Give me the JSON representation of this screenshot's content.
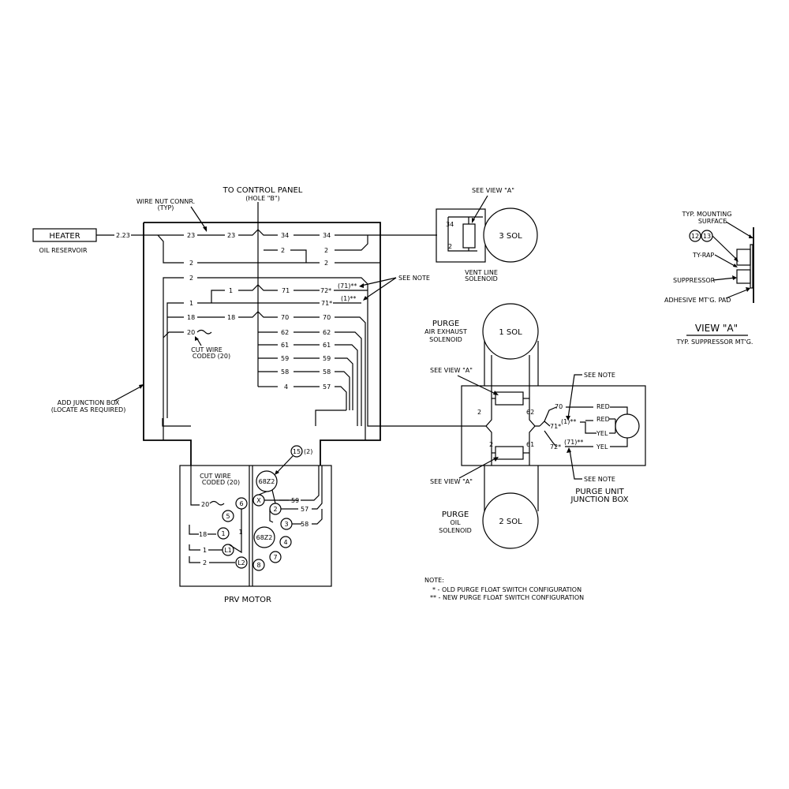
{
  "heater": {
    "label": "HEATER",
    "sub": "OIL RESERVOIR",
    "wire": "2.23"
  },
  "top": {
    "to_control": "TO CONTROL PANEL",
    "hole": "(HOLE \"B\")",
    "wire_nut": "WIRE NUT CONNR.",
    "typ": "(TYP)"
  },
  "jbox": {
    "left_wires": [
      "23",
      "2",
      "2",
      "1",
      "18",
      "20"
    ],
    "mid_left": [
      "23",
      "1",
      "18"
    ],
    "mid_right": [
      "34",
      "2",
      "71",
      "70",
      "62",
      "61",
      "59",
      "58",
      "4"
    ],
    "right": [
      "34",
      "2",
      "2",
      "72*",
      "71*",
      "70",
      "62",
      "61",
      "59",
      "58",
      "57"
    ],
    "cut_wire": "CUT WIRE",
    "coded": "CODED (20)",
    "add_label": "ADD JUNCTION BOX",
    "add_sub": "(LOCATE AS REQUIRED)",
    "note71": "(71)**",
    "note1": "(1)**",
    "see_note": "SEE NOTE"
  },
  "vent": {
    "sol": "3 SOL",
    "w34": "34",
    "w2": "2",
    "see_view": "SEE VIEW \"A\"",
    "label1": "VENT LINE",
    "label2": "SOLENOID"
  },
  "purge_air": {
    "sol": "1 SOL",
    "l1": "PURGE",
    "l2": "AIR EXHAUST",
    "l3": "SOLENOID"
  },
  "purge_oil": {
    "sol": "2 SOL",
    "l1": "PURGE",
    "l2": "OIL",
    "l3": "SOLENOID"
  },
  "pujb": {
    "see_view_top": "SEE VIEW \"A\"",
    "see_view_bot": "SEE VIEW \"A\"",
    "see_note_top": "SEE NOTE",
    "see_note_bot": "SEE NOTE",
    "w2a": "2",
    "w62": "62",
    "w2b": "2",
    "w61": "61",
    "w70": "70",
    "w1": "(1)**",
    "w71": "71*",
    "w72": "72*",
    "w71b": "(71)**",
    "red1": "RED",
    "red2": "RED",
    "yel1": "YEL",
    "yel2": "YEL",
    "label1": "PURGE UNIT",
    "label2": "JUNCTION BOX"
  },
  "prv": {
    "title": "PRV MOTOR",
    "cut_wire": "CUT WIRE",
    "coded": "CODED (20)",
    "left_wires": [
      "20",
      "18",
      "1",
      "2"
    ],
    "right_wires": [
      "59",
      "57",
      "58"
    ],
    "terminals": [
      "6",
      "5",
      "1",
      "L1",
      "L2",
      "8",
      "7",
      "4",
      "3",
      "2",
      "X"
    ],
    "center": "1",
    "relay_top": "68Z2",
    "relay_mid": "68Z2",
    "badge": "15",
    "badge_sub": "(2)"
  },
  "view_a": {
    "mounting": "TYP. MOUNTING",
    "surface": "SURFACE",
    "c12": "12",
    "c13": "13",
    "tyrap": "TY-RAP",
    "suppressor": "SUPPRESSOR",
    "pad": "ADHESIVE MT'G. PAD",
    "title": "VIEW \"A\"",
    "subtitle": "TYP. SUPPRESSOR MT'G."
  },
  "note": {
    "head": "NOTE:",
    "line1": "* - OLD PURGE FLOAT SWITCH CONFIGURATION",
    "line2": "** - NEW PURGE FLOAT SWITCH CONFIGURATION"
  }
}
